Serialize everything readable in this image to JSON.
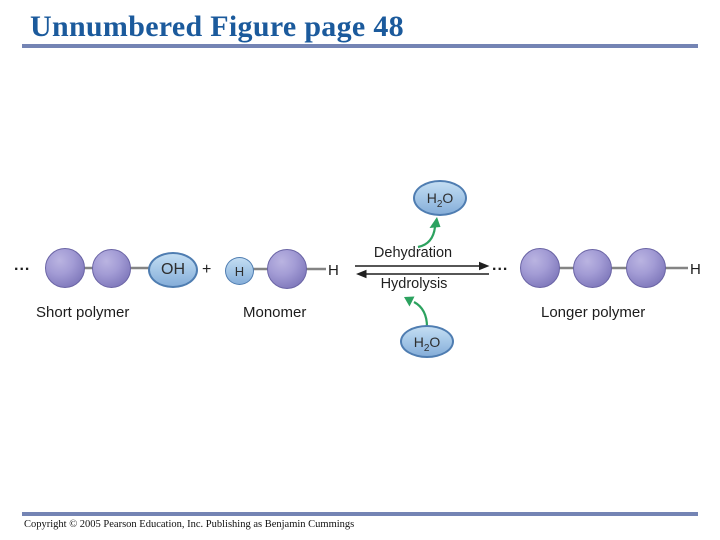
{
  "slide": {
    "title": "Unnumbered Figure page 48",
    "copyright": "Copyright © 2005 Pearson Education, Inc. Publishing as Benjamin Cummings"
  },
  "colors": {
    "title_blue": "#1b5a9c",
    "rule_blue": "#7484b4",
    "sphere_purple": "#9e97d2",
    "bubble_blue_light": "#c3ddf2",
    "bubble_blue_dark": "#86aed9",
    "bubble_border": "#4f7db1",
    "green_arrow": "#2ca25f",
    "connector_gray": "#848484"
  },
  "diagram": {
    "left_ellipsis": "...",
    "mid_ellipsis": "...",
    "oh_label": "OH",
    "plus": "+",
    "h_circle_label": "H",
    "monomer_end_h": "H",
    "polymer_end_h": "H",
    "dehydration_label": "Dehydration",
    "hydrolysis_label": "Hydrolysis",
    "short_polymer_label": "Short polymer",
    "monomer_label": "Monomer",
    "longer_polymer_label": "Longer polymer",
    "water_top": {
      "h": "H",
      "sub": "2",
      "o": "O"
    },
    "water_bottom": {
      "h": "H",
      "sub": "2",
      "o": "O"
    }
  }
}
